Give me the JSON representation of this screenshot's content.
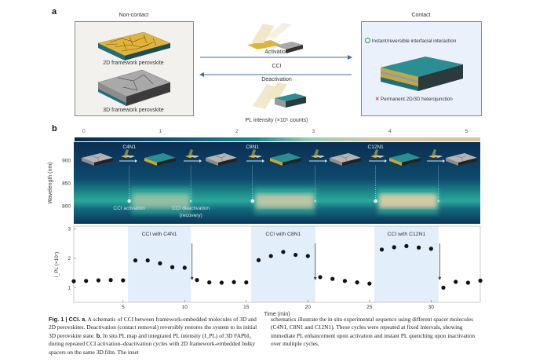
{
  "panel_a": {
    "label": "a",
    "noncontact_title": "Non-contact",
    "contact_title": "Contact",
    "label_2d": "2D framework perovskite",
    "label_3d": "3D framework perovskite",
    "activation": "Activation",
    "cci": "CCI",
    "deactivation": "Deactivation",
    "instant": "Instant/reversible interfacial interaction",
    "permanent": "Permanent 2D/3D heterojunction",
    "colors": {
      "noncontact_bg": "#f3f1ee",
      "contact_bg": "#eaf1fb",
      "arrow": "#3f6f95",
      "check": "#2a9d3a",
      "cross": "#d0312d"
    }
  },
  "panel_b": {
    "label": "b",
    "colorbar": {
      "title": "PL intensity (×10⁵ counts)",
      "ticks": [
        "0",
        "1",
        "2",
        "3",
        "4",
        "5"
      ]
    },
    "heatmap": {
      "ylabel": "Wavelength (nm)",
      "yticks": [
        "900",
        "850",
        "800"
      ],
      "molecules": [
        "C4N1",
        "C8N1",
        "C12N1"
      ],
      "activation_label": "CCI activation",
      "deactivation_label": "CCI deactivation",
      "recovery_label": "(recovery)"
    }
  },
  "chart_data": {
    "type": "scatter",
    "xlabel": "Time (min)",
    "ylabel": "I_PL (×10⁷)",
    "xlim": [
      1,
      34
    ],
    "ylim": [
      0.5,
      3.1
    ],
    "xticks": [
      5,
      10,
      15,
      20,
      25,
      30
    ],
    "yticks": [
      1,
      2,
      3
    ],
    "x": [
      1,
      2,
      3,
      4,
      5,
      6,
      7,
      8,
      9,
      10,
      11,
      12,
      13,
      14,
      15,
      16,
      17,
      18,
      19,
      20,
      21,
      22,
      23,
      24,
      25,
      26,
      27,
      28,
      29,
      30,
      31,
      32,
      33,
      34
    ],
    "y": [
      1.22,
      1.23,
      1.25,
      1.26,
      1.25,
      1.93,
      1.93,
      1.83,
      1.7,
      1.68,
      1.26,
      1.18,
      1.17,
      1.19,
      1.18,
      1.94,
      2.08,
      2.22,
      2.12,
      2.08,
      1.36,
      1.3,
      1.23,
      1.18,
      1.14,
      2.3,
      2.38,
      2.42,
      2.37,
      2.33,
      1.0,
      1.2,
      1.17,
      1.24
    ],
    "shaded_regions": [
      {
        "label": "CCI with C4N1",
        "start": 5.4,
        "end": 10.5,
        "deactivation_arrow": 10.6
      },
      {
        "label": "CCI with C8N1",
        "start": 15.4,
        "end": 20.6,
        "deactivation_arrow": 20.6
      },
      {
        "label": "CCI with C12N1",
        "start": 25.4,
        "end": 30.6,
        "deactivation_arrow": 30.7
      }
    ],
    "colors": {
      "marker": "#111111",
      "shade": "#e3eefb",
      "arrow": "#2b3f55"
    }
  },
  "caption": {
    "fig": "Fig. 1 | CCI.",
    "a_label": "a",
    "a_text": ", A schematic of CCI between framework-embedded molecules of 3D and 2D perovskites. Deactivation (contact removal) reversibly restores the system to its initial 3D perovskite state. ",
    "b_label": "b",
    "b_text": ", In situ PL map and integrated PL intensity (I_PL) of 3D FAPbI₃ during repeated CCI activation–deactivation cycles with 2D framework-embedded bulky spacers on the same 3D film. The inset schematics illustrate the in situ experimental sequence using different spacer molecules (C4N1, C8N1 and C12N1). These cycles were repeated at fixed intervals, showing immediate PL enhancement upon activation and instant PL quenching upon inactivation over multiple cycles."
  }
}
